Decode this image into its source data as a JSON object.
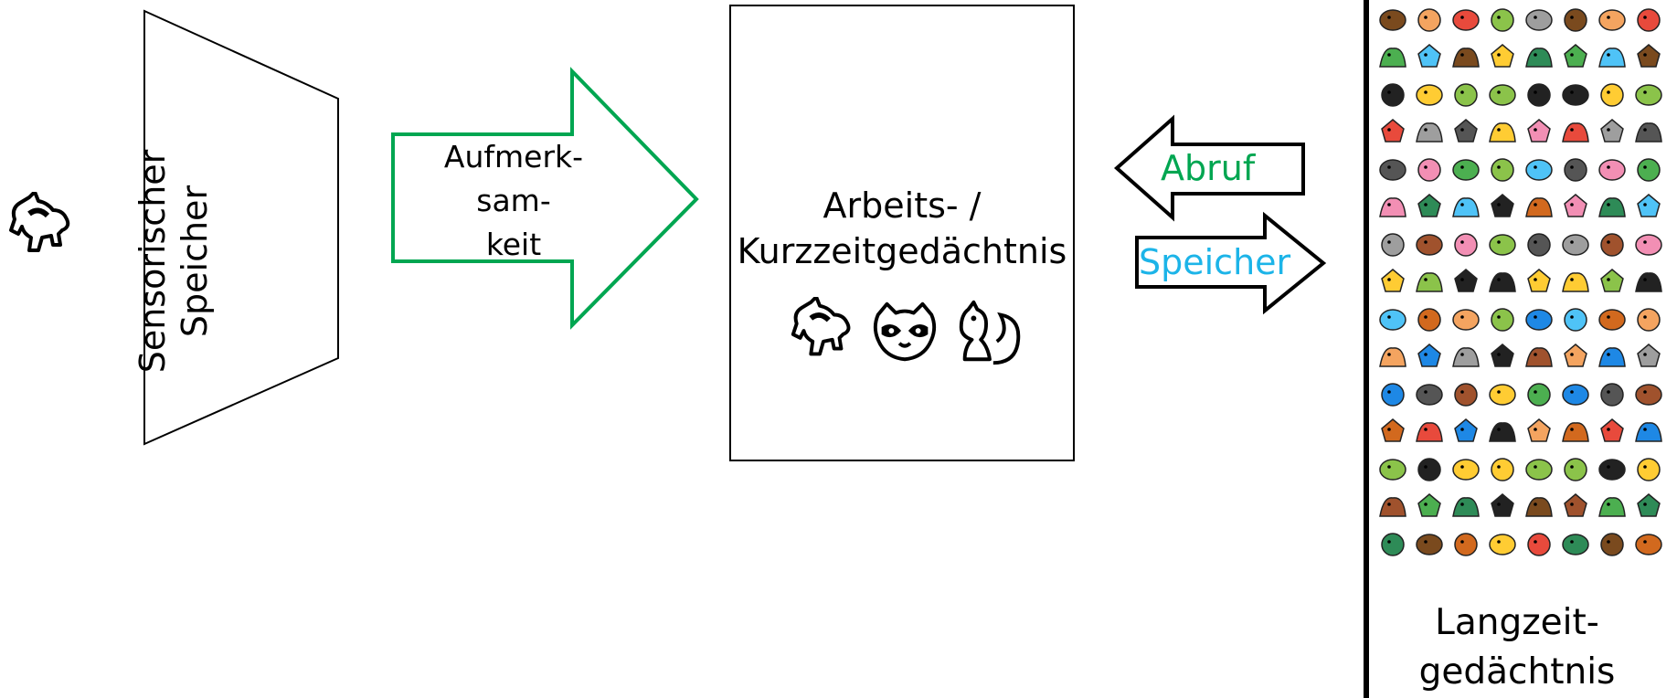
{
  "diagram": {
    "sensory_store": {
      "label_line1": "Sensorischer",
      "label_line2": "Speicher"
    },
    "attention_arrow": {
      "line1": "Aufmerk-",
      "line2": "sam-",
      "line3": "keit",
      "color": "#00a651"
    },
    "working_memory": {
      "line1": "Arbeits- /",
      "line2": "Kurzzeitgedächtnis",
      "icons": [
        "horse-icon",
        "raccoon-icon",
        "squirrel-icon"
      ]
    },
    "retrieval_arrow": {
      "label": "Abruf",
      "color": "#00a651"
    },
    "storage_arrow": {
      "label": "Speicher",
      "color": "#1cb4e8"
    },
    "long_term_memory": {
      "line1": "Langzeit-",
      "line2": "gedächtnis",
      "content": "grid of colorful animal and plant icons"
    },
    "stimulus_icon": "horse-icon"
  }
}
